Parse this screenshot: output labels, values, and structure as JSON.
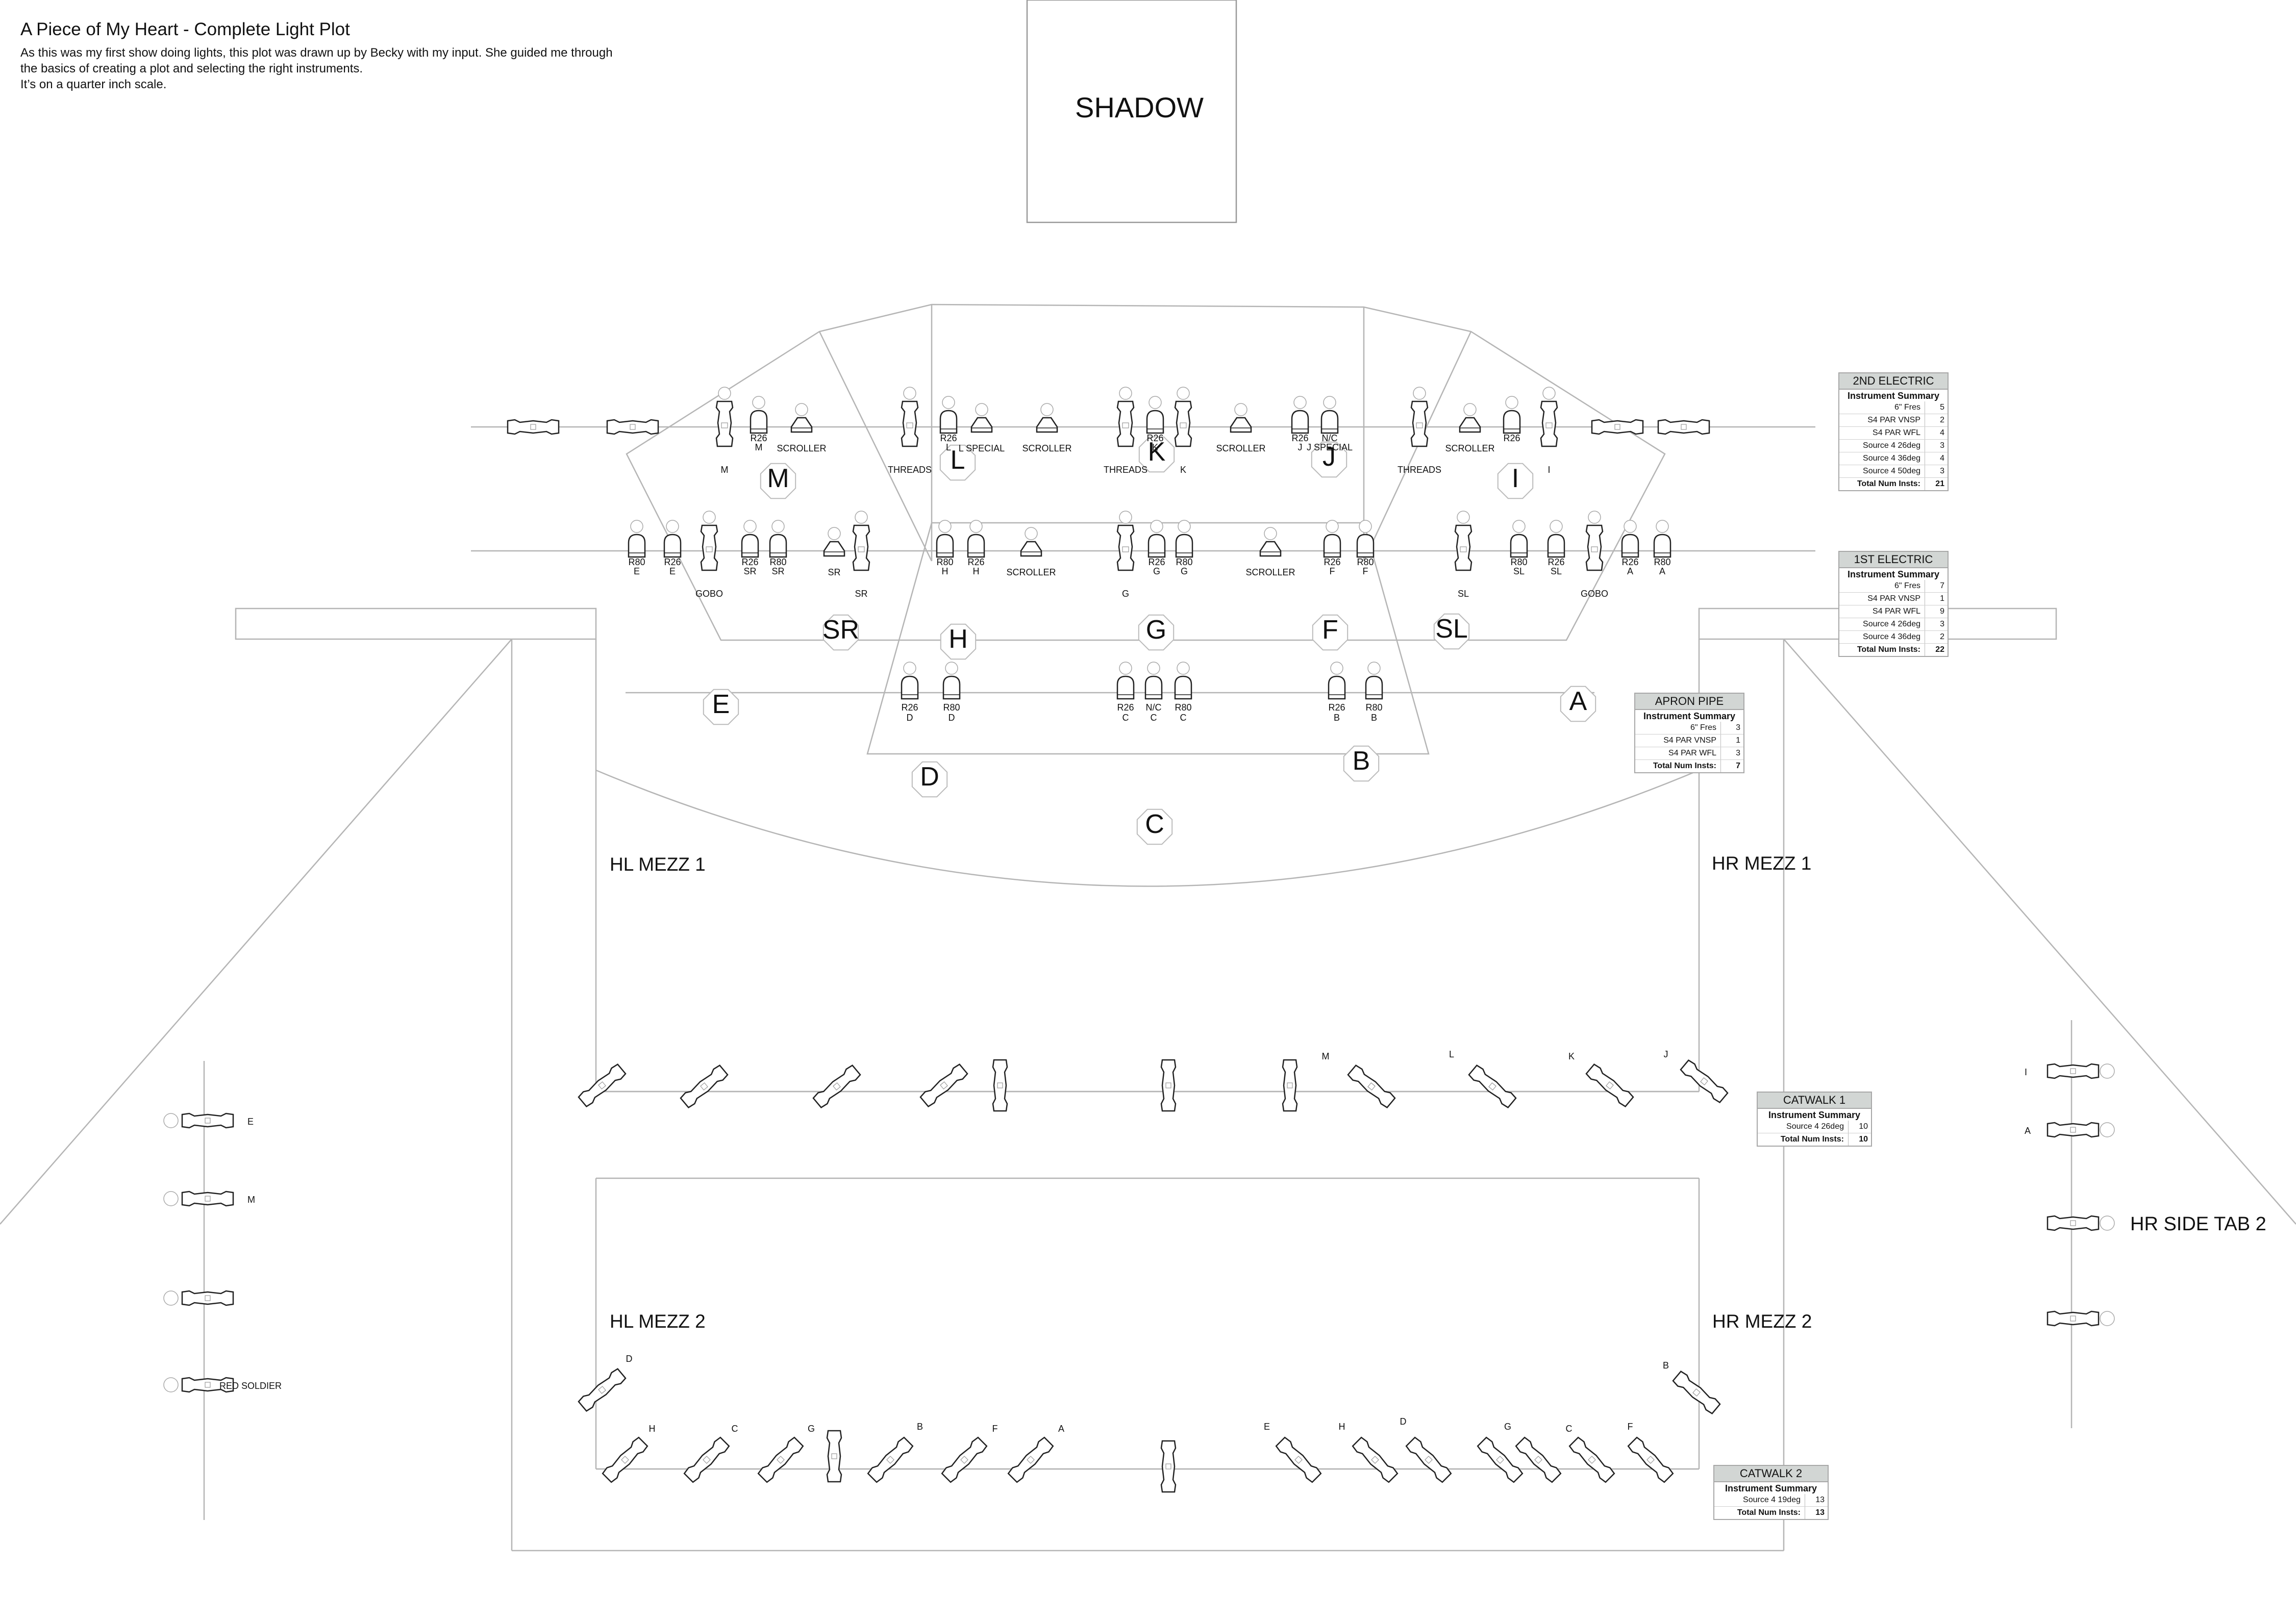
{
  "header": {
    "title": "A Piece of My Heart - Complete Light Plot",
    "note_lines": [
      "As this was my first show doing lights, this plot was drawn up by Becky with my input. She guided me through",
      "the basics of creating a plot and selecting the right instruments.",
      "It’s on a quarter inch scale."
    ]
  },
  "shadow_label": "SHADOW",
  "area_labels": [
    "M",
    "L",
    "K",
    "J",
    "I",
    "SR",
    "H",
    "G",
    "F",
    "SL",
    "E",
    "A",
    "D",
    "B",
    "C"
  ],
  "position_labels": {
    "hl_mezz_1": "HL MEZZ 1",
    "hr_mezz_1": "HR MEZZ 1",
    "hl_mezz_2": "HL MEZZ 2",
    "hr_mezz_2": "HR MEZZ 2",
    "hr_side_tab_2": "HR SIDE TAB 2",
    "red_soldier": "RED SOLDIER"
  },
  "tables": {
    "second_electric": {
      "title": "2ND ELECTRIC",
      "subtitle": "Instrument Summary",
      "rows": [
        [
          "6\" Fres",
          "5"
        ],
        [
          "S4 PAR VNSP",
          "2"
        ],
        [
          "S4 PAR WFL",
          "4"
        ],
        [
          "Source 4 26deg",
          "3"
        ],
        [
          "Source 4 36deg",
          "4"
        ],
        [
          "Source 4 50deg",
          "3"
        ]
      ],
      "total": [
        "Total Num Insts:",
        "21"
      ]
    },
    "first_electric": {
      "title": "1ST ELECTRIC",
      "subtitle": "Instrument Summary",
      "rows": [
        [
          "6\" Fres",
          "7"
        ],
        [
          "S4 PAR VNSP",
          "1"
        ],
        [
          "S4 PAR WFL",
          "9"
        ],
        [
          "Source 4 26deg",
          "3"
        ],
        [
          "Source 4 36deg",
          "2"
        ]
      ],
      "total": [
        "Total Num Insts:",
        "22"
      ]
    },
    "apron_pipe": {
      "title": "APRON PIPE",
      "subtitle": "Instrument Summary",
      "rows": [
        [
          "6\" Fres",
          "3"
        ],
        [
          "S4 PAR VNSP",
          "1"
        ],
        [
          "S4 PAR WFL",
          "3"
        ]
      ],
      "total": [
        "Total Num Insts:",
        "7"
      ]
    },
    "catwalk_1": {
      "title": "CATWALK 1",
      "subtitle": "Instrument Summary",
      "rows": [
        [
          "Source 4 26deg",
          "10"
        ]
      ],
      "total": [
        "Total Num Insts:",
        "10"
      ]
    },
    "catwalk_2": {
      "title": "CATWALK 2",
      "subtitle": "Instrument Summary",
      "rows": [
        [
          "Source 4 19deg",
          "13"
        ]
      ],
      "total": [
        "Total Num Insts:",
        "13"
      ]
    }
  },
  "second_electric_fixtures": [
    {
      "kind": "ellip",
      "top": "",
      "bottom": "M"
    },
    {
      "kind": "par",
      "top": "R26",
      "bottom": "M"
    },
    {
      "kind": "fres",
      "top": "",
      "bottom": "SCROLLER"
    },
    {
      "kind": "ellip",
      "top": "",
      "bottom": "THREADS"
    },
    {
      "kind": "par",
      "top": "R26",
      "bottom": "L"
    },
    {
      "kind": "fres",
      "top": "",
      "bottom": "L SPECIAL"
    },
    {
      "kind": "fres",
      "top": "",
      "bottom": "SCROLLER"
    },
    {
      "kind": "ellip",
      "top": "",
      "bottom": "THREADS"
    },
    {
      "kind": "par",
      "top": "R26",
      "bottom": "K"
    },
    {
      "kind": "ellip",
      "top": "",
      "bottom": "K"
    },
    {
      "kind": "fres",
      "top": "",
      "bottom": "SCROLLER"
    },
    {
      "kind": "par",
      "top": "R26",
      "bottom": "J"
    },
    {
      "kind": "par",
      "top": "N/C",
      "bottom": "J SPECIAL"
    },
    {
      "kind": "ellip",
      "top": "",
      "bottom": "THREADS"
    },
    {
      "kind": "fres",
      "top": "",
      "bottom": "SCROLLER"
    },
    {
      "kind": "par",
      "top": "R26",
      "bottom": ""
    },
    {
      "kind": "ellip",
      "top": "",
      "bottom": "I"
    }
  ],
  "first_electric_fixtures": [
    {
      "kind": "par",
      "top": "R80",
      "bottom": "E"
    },
    {
      "kind": "par",
      "top": "R26",
      "bottom": "E"
    },
    {
      "kind": "ellip",
      "top": "",
      "bottom": "GOBO"
    },
    {
      "kind": "par",
      "top": "R26",
      "bottom": "SR"
    },
    {
      "kind": "par",
      "top": "R80",
      "bottom": "SR"
    },
    {
      "kind": "fres",
      "top": "",
      "bottom": "SR"
    },
    {
      "kind": "ellip",
      "top": "",
      "bottom": "SR"
    },
    {
      "kind": "par",
      "top": "R80",
      "bottom": "H"
    },
    {
      "kind": "par",
      "top": "R26",
      "bottom": "H"
    },
    {
      "kind": "fres",
      "top": "",
      "bottom": "SCROLLER"
    },
    {
      "kind": "ellip",
      "top": "",
      "bottom": "G"
    },
    {
      "kind": "par",
      "top": "R26",
      "bottom": "G"
    },
    {
      "kind": "par",
      "top": "R80",
      "bottom": "G"
    },
    {
      "kind": "fres",
      "top": "",
      "bottom": "SCROLLER"
    },
    {
      "kind": "par",
      "top": "R26",
      "bottom": "F"
    },
    {
      "kind": "par",
      "top": "R80",
      "bottom": "F"
    },
    {
      "kind": "ellip",
      "top": "",
      "bottom": "SL"
    },
    {
      "kind": "par",
      "top": "R80",
      "bottom": "SL"
    },
    {
      "kind": "par",
      "top": "R26",
      "bottom": "SL"
    },
    {
      "kind": "ellip",
      "top": "",
      "bottom": "GOBO"
    },
    {
      "kind": "par",
      "top": "R26",
      "bottom": "A"
    },
    {
      "kind": "par",
      "top": "R80",
      "bottom": "A"
    }
  ],
  "apron_fixtures": [
    {
      "top": "R26",
      "bottom": "D"
    },
    {
      "top": "R80",
      "bottom": "D"
    },
    {
      "top": "R26",
      "bottom": "C"
    },
    {
      "top": "N/C",
      "bottom": "C"
    },
    {
      "top": "R80",
      "bottom": "C"
    },
    {
      "top": "R26",
      "bottom": "B"
    },
    {
      "top": "R80",
      "bottom": "B"
    }
  ],
  "catwalk_1_labels": [
    "M",
    "L",
    "K",
    "J"
  ],
  "catwalk_2_labels": [
    "D",
    "H",
    "C",
    "G",
    "B",
    "F",
    "A",
    "E",
    "H",
    "D",
    "G",
    "C",
    "F",
    "B"
  ],
  "hl_side_labels": [
    "E",
    "M",
    "",
    "RED SOLDIER"
  ],
  "hr_side_labels": [
    "I",
    "A",
    "",
    ""
  ]
}
